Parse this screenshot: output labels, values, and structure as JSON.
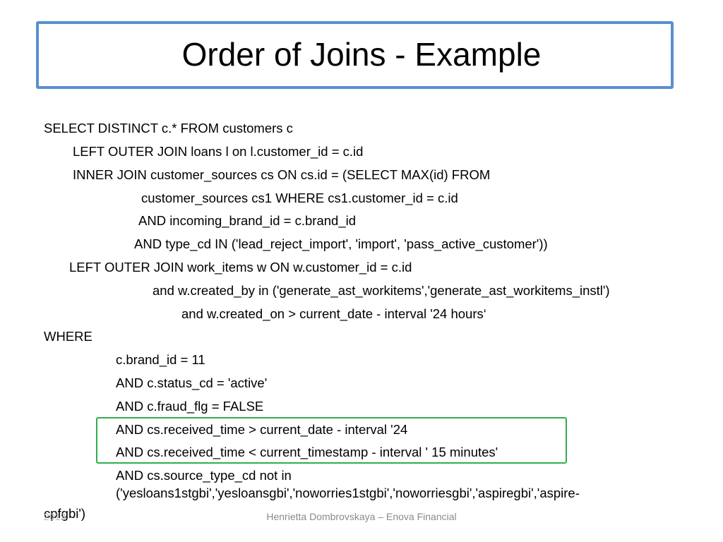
{
  "slide": {
    "title": "Order of Joins - Example",
    "query_lines": [
      "SELECT DISTINCT c.* FROM customers c",
      "LEFT OUTER JOIN loans l on l.customer_id = c.id",
      "INNER JOIN customer_sources cs ON cs.id = (SELECT MAX(id) FROM",
      "customer_sources cs1 WHERE cs1.customer_id = c.id",
      "AND incoming_brand_id = c.brand_id",
      "AND type_cd IN ('lead_reject_import', 'import', 'pass_active_customer'))",
      "LEFT OUTER JOIN work_items w ON w.customer_id = c.id",
      "and w.created_by in ('generate_ast_workitems','generate_ast_workitems_instl')",
      "and w.created_on > current_date - interval '24 hours‘",
      "WHERE",
      "c.brand_id = 11",
      "AND c.status_cd = 'active'",
      "AND c.fraud_flg = FALSE",
      "AND cs.received_time > current_date - interval '24",
      "AND cs.received_time < current_timestamp - interval ' 15 minutes'",
      "AND cs.source_type_cd not in",
      "('yesloans1stgbi','yesloansgbi','noworries1stgbi','noworriesgbi','aspiregbi','aspire-",
      "cpfgbi')"
    ],
    "footer": "Henrietta Dombrovskaya – Enova Financial",
    "footer_year": "2013"
  },
  "colors": {
    "title_border": "#5a8fd0",
    "highlight_border": "#2fae4e"
  }
}
